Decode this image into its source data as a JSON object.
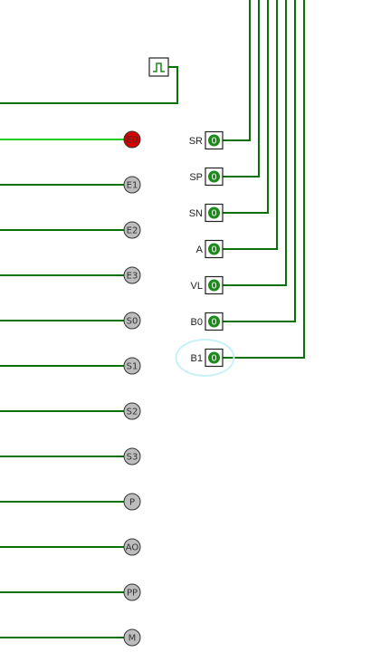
{
  "colors": {
    "wire": "#0b6f0b",
    "wire_active": "#22cc22",
    "probe_on": "#d40000",
    "probe_off": "#bdbdbd",
    "pin_dot": "#1a8a1a",
    "highlight": "#c8f2f6"
  },
  "clock": {
    "icon": "clock-icon"
  },
  "probes": [
    {
      "label": "E0",
      "state": "on"
    },
    {
      "label": "E1",
      "state": "off"
    },
    {
      "label": "E2",
      "state": "off"
    },
    {
      "label": "E3",
      "state": "off"
    },
    {
      "label": "S0",
      "state": "off"
    },
    {
      "label": "S1",
      "state": "off"
    },
    {
      "label": "S2",
      "state": "off"
    },
    {
      "label": "S3",
      "state": "off"
    },
    {
      "label": "P",
      "state": "off"
    },
    {
      "label": "AO",
      "state": "off"
    },
    {
      "label": "PP",
      "state": "off"
    },
    {
      "label": "M",
      "state": "off"
    }
  ],
  "inputs": [
    {
      "label": "SR",
      "value": "0"
    },
    {
      "label": "SP",
      "value": "0"
    },
    {
      "label": "SN",
      "value": "0"
    },
    {
      "label": "A",
      "value": "0"
    },
    {
      "label": "VL",
      "value": "0"
    },
    {
      "label": "B0",
      "value": "0"
    },
    {
      "label": "B1",
      "value": "0",
      "highlighted": true
    }
  ]
}
